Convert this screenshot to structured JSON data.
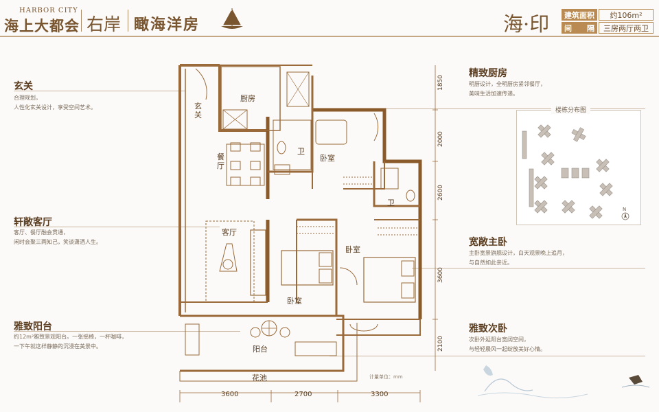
{
  "header": {
    "brand_en": "HARBOR CITY",
    "brand_cn": "海上大都会",
    "project": "右岸",
    "project_sub": "瞰海洋房",
    "model": "海·印"
  },
  "spec": [
    {
      "key": "建筑面积",
      "value": "约106m²"
    },
    {
      "key": "间　　隔",
      "value": "三房两厅两卫"
    }
  ],
  "features": {
    "entry": {
      "title": "玄关",
      "desc1": "合理规划，",
      "desc2": "人性化玄关设计，享受空间艺术。"
    },
    "living": {
      "title": "轩敞客厅",
      "desc1": "客厅、餐厅融会贯通，",
      "desc2": "闲时会聚三两知己，笑谈潇洒人生。"
    },
    "balcony": {
      "title": "雅致阳台",
      "desc1": "约12m²雅致景观阳台。一张摇椅，一杯咖啡，",
      "desc2": "一下午就这样静静的沉浸在美景中。"
    },
    "kitchen": {
      "title": "精致厨房",
      "desc1": "明厨设计，全明厨房紧邻餐厅，",
      "desc2": "美味生活加速传递。"
    },
    "master": {
      "title": "宽敞主卧",
      "desc1": "主卧宽景旗舰设计，白天观景晚上追月，",
      "desc2": "与自然如此亲近。"
    },
    "second": {
      "title": "雅致次卧",
      "desc1": "次卧外延阳台宽阔空间，",
      "desc2": "与轻轻晨风一起绽放美好心情。"
    }
  },
  "rooms": {
    "entry": "玄关",
    "kitchen": "厨房",
    "dining": "餐厅",
    "bath1": "卫",
    "bath2": "卫",
    "bedroom_top": "卧室",
    "living": "客厅",
    "bedroom_master": "卧室",
    "bedroom_second": "卧室",
    "balcony": "阳台",
    "garden": "花池"
  },
  "dimensions": {
    "right": [
      "1850",
      "2000",
      "2600",
      "3600",
      "2100"
    ],
    "bottom": [
      "3600",
      "2700",
      "3300"
    ]
  },
  "site_map": {
    "title": "楼栋分布图",
    "north": "N"
  },
  "unit_note": "计量单位：mm",
  "colors": {
    "accent": "#b98b53",
    "wall": "#9a6a3a",
    "text": "#6b4a2a"
  }
}
